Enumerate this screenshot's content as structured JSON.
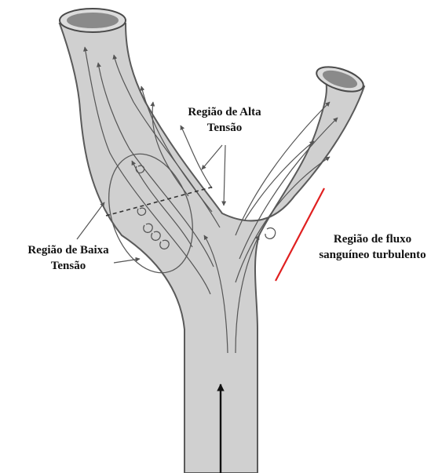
{
  "labels": {
    "high_stress": {
      "line1": "Região de Alta",
      "line2": "Tensão"
    },
    "low_stress": {
      "line1": "Região de Baixa",
      "line2": "Tensão"
    },
    "turbulent": {
      "line1": "Região de fluxo",
      "line2": "sanguíneo turbulento"
    }
  },
  "colors": {
    "vessel_fill": "#d0d0d0",
    "vessel_outline": "#5a5a5a",
    "lumen": "#8a8a8a",
    "flow_lines": "#555555",
    "turbulence_marker": "#e02020",
    "text": "#111111"
  }
}
